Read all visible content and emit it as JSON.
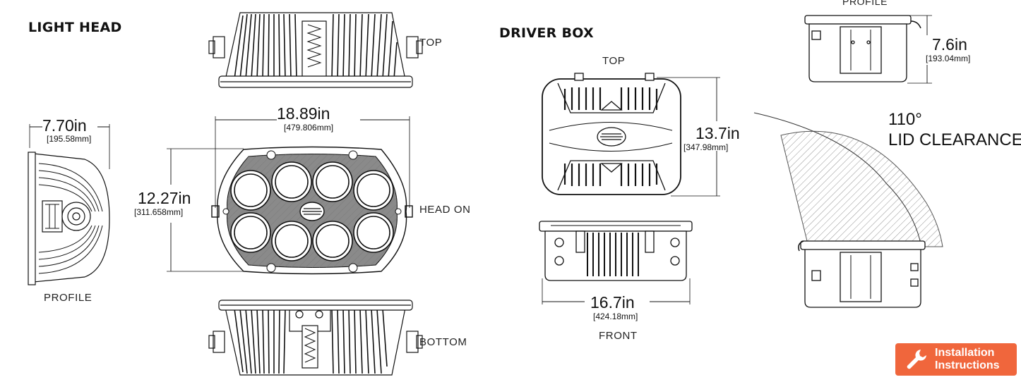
{
  "light_head": {
    "heading": "LIGHT HEAD",
    "views": {
      "top": "TOP",
      "head_on": "HEAD ON",
      "bottom": "BOTTOM",
      "profile": "PROFILE"
    },
    "width": {
      "inches": "18.89in",
      "mm": "[479.806mm]"
    },
    "height": {
      "inches": "12.27in",
      "mm": "[311.658mm]"
    },
    "depth": {
      "inches": "7.70in",
      "mm": "[195.58mm]"
    }
  },
  "driver_box": {
    "heading": "DRIVER BOX",
    "views": {
      "top": "TOP",
      "front": "FRONT",
      "profile": "PROFILE"
    },
    "height": {
      "inches": "13.7in",
      "mm": "[347.98mm]"
    },
    "width": {
      "inches": "16.7in",
      "mm": "[424.18mm]"
    },
    "depth": {
      "inches": "7.6in",
      "mm": "[193.04mm]"
    },
    "lid_clearance": {
      "angle": "110°",
      "label": "LID CLEARANCE"
    }
  },
  "install_button": {
    "line1": "Installation",
    "line2": "Instructions",
    "bg": "#f0663c"
  },
  "icons": {
    "install": "wrench-icon"
  }
}
